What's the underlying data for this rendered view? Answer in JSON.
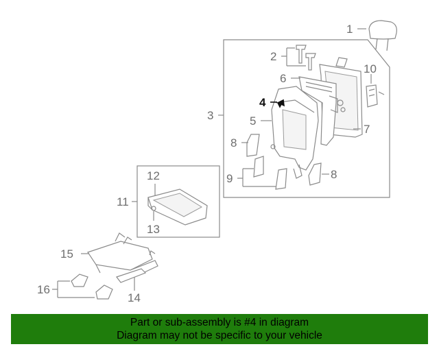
{
  "labels": {
    "l1": "1",
    "l2": "2",
    "l3": "3",
    "l4": "4",
    "l5": "5",
    "l6": "6",
    "l7": "7",
    "l8a": "8",
    "l8b": "8",
    "l9": "9",
    "l10": "10",
    "l11": "11",
    "l12": "12",
    "l13": "13",
    "l14": "14",
    "l15": "15",
    "l16": "16"
  },
  "highlighted_part": "4",
  "colors": {
    "banner_bg": "#1f7d0c",
    "line": "#8a8a8a",
    "highlight": "#111111"
  },
  "banner": {
    "line1": "Part or sub-assembly is #4 in diagram",
    "line2": "Diagram may not be specific to your vehicle"
  }
}
